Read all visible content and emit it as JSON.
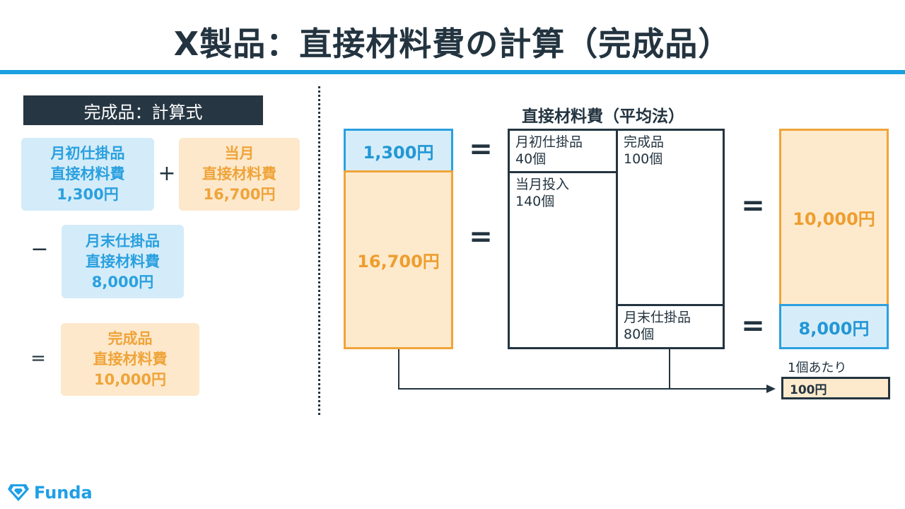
{
  "title": "X製品：直接材料費の計算（完成品）",
  "formula": {
    "header": "完成品：計算式",
    "card_opening": [
      "月初仕掛品",
      "直接材料費",
      "1,300円"
    ],
    "plus": "+",
    "card_current": [
      "当月",
      "直接材料費",
      "16,700円"
    ],
    "minus": "−",
    "card_ending": [
      "月末仕掛品",
      "直接材料費",
      "8,000円"
    ],
    "equals": "=",
    "card_completed": [
      "完成品",
      "直接材料費",
      "10,000円"
    ]
  },
  "diagram": {
    "title": "直接材料費（平均法）",
    "left_top_value": "1,300円",
    "left_bottom_value": "16,700円",
    "eq_sign": "=",
    "box_opening": [
      "月初仕掛品",
      "40個"
    ],
    "box_input": [
      "当月投入",
      "140個"
    ],
    "box_completed": [
      "完成品",
      "100個"
    ],
    "box_ending": [
      "月末仕掛品",
      "80個"
    ],
    "right_top_value": "10,000円",
    "right_bottom_value": "8,000円",
    "per_unit_label": "1個あたり",
    "per_unit_value": "100円"
  },
  "colors": {
    "accent_blue": "#1a9fe0",
    "accent_orange": "#f0a43a",
    "dark": "#233440"
  },
  "logo": {
    "text": "Funda",
    "icon": "diamond-icon"
  }
}
